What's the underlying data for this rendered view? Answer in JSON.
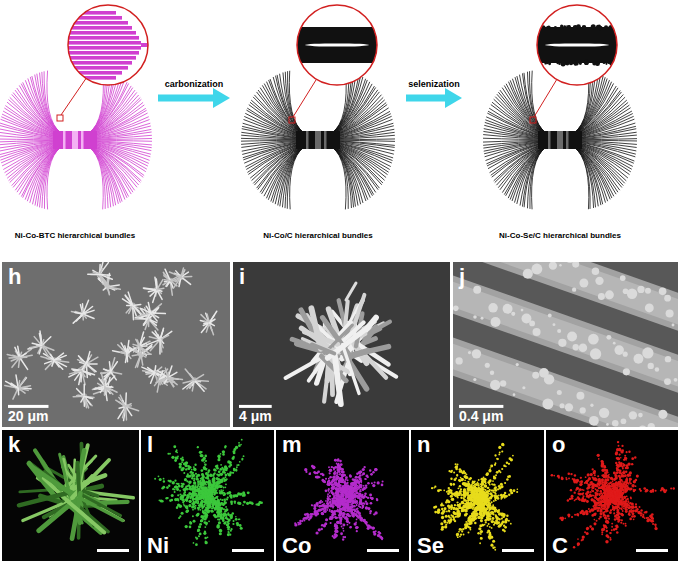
{
  "diagram": {
    "nodes": [
      {
        "text": [
          "Ni-Co-BTC hierarchical bundles"
        ]
      },
      {
        "text": [
          "Ni-Co/C hierarchical bundles"
        ]
      },
      {
        "text": [
          "Ni-Co-Se/C hierarchical bundles"
        ]
      },
      {
        "text": [
          "h",
          "20 μm"
        ]
      },
      {
        "text": [
          "i",
          "4 μm"
        ]
      },
      {
        "text": [
          "j",
          "0.4 μm"
        ]
      },
      {
        "text": [
          "k"
        ]
      },
      {
        "text": [
          "l",
          "Ni"
        ]
      },
      {
        "text": [
          "m",
          "Co"
        ]
      },
      {
        "text": [
          "n",
          "Se"
        ]
      },
      {
        "text": [
          "o",
          "C"
        ]
      }
    ],
    "edges": [
      {
        "from": 0,
        "to": 1,
        "label": "carbonization",
        "arrow": "to"
      },
      {
        "from": 1,
        "to": 2,
        "label": "selenization",
        "arrow": "to"
      }
    ]
  }
}
